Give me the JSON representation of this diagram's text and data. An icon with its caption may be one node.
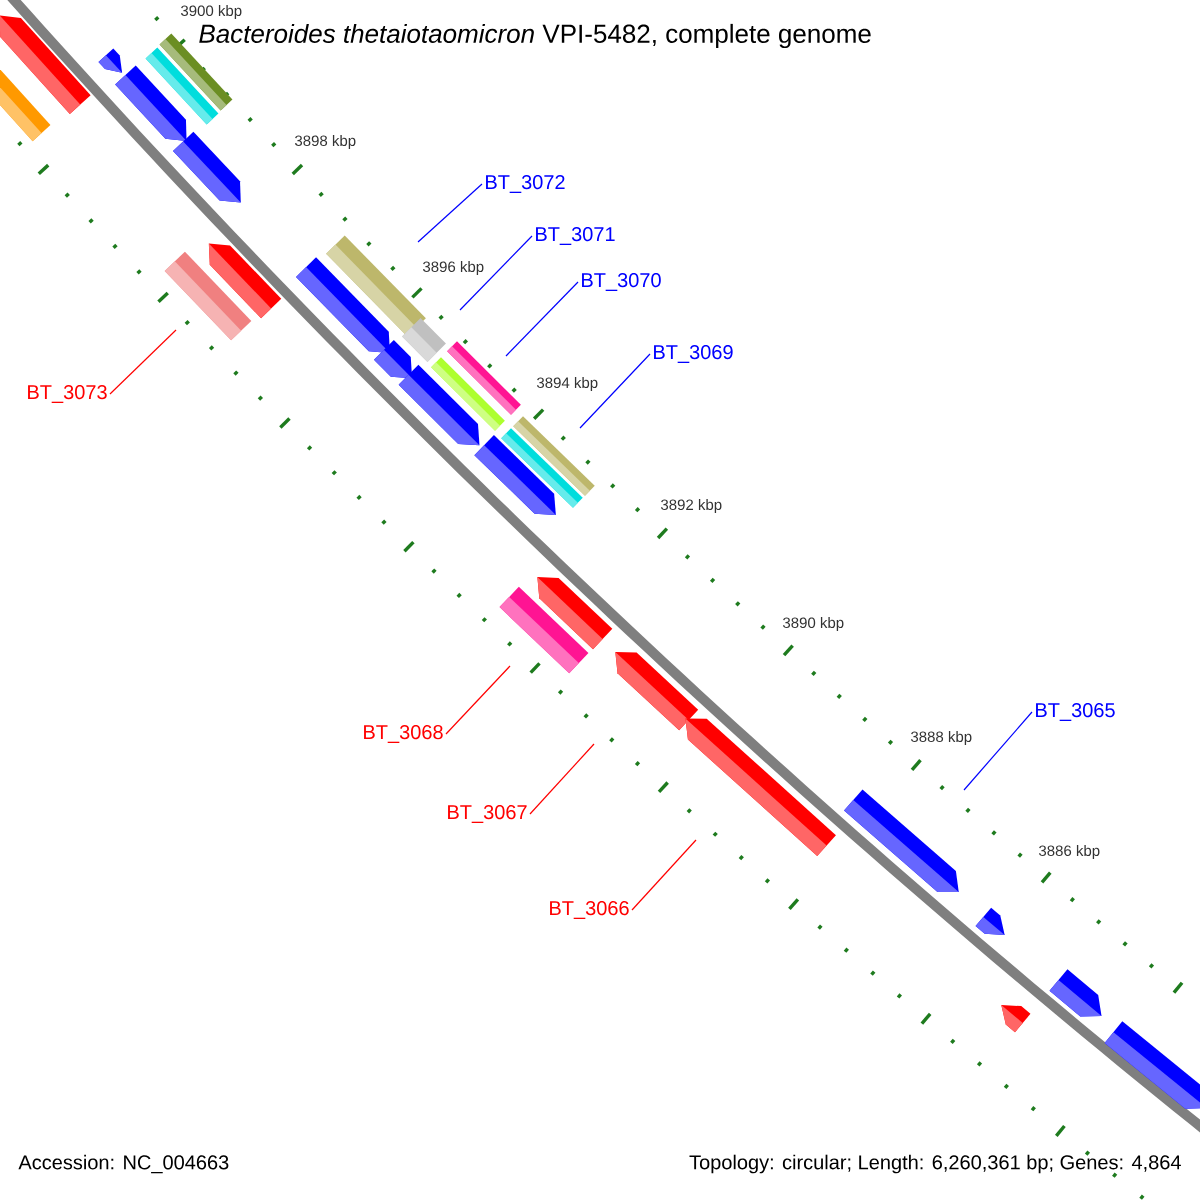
{
  "diagram": {
    "title": "*Bacteroides thetaiotaomicron* VPI-5482, complete genome",
    "nodes": [
      {
        "text": [
          "BT_3072"
        ]
      },
      {
        "text": [
          "BT_3071"
        ]
      },
      {
        "text": [
          "BT_3070"
        ]
      },
      {
        "text": [
          "BT_3069"
        ]
      },
      {
        "text": [
          "BT_3073"
        ]
      },
      {
        "text": [
          "BT_3065"
        ]
      },
      {
        "text": [
          "BT_3068"
        ]
      },
      {
        "text": [
          "BT_3067"
        ]
      },
      {
        "text": [
          "BT_3066"
        ]
      }
    ],
    "edges": [
      {
        "from": 0,
        "to": null,
        "arrow": "none"
      },
      {
        "from": 1,
        "to": null,
        "arrow": "none"
      },
      {
        "from": 2,
        "to": null,
        "arrow": "none"
      },
      {
        "from": 3,
        "to": null,
        "arrow": "none"
      },
      {
        "from": 4,
        "to": null,
        "arrow": "none",
        "color": "#ff0000"
      },
      {
        "from": 5,
        "to": null,
        "arrow": "none"
      },
      {
        "from": 6,
        "to": null,
        "arrow": "none",
        "color": "#ff0000"
      },
      {
        "from": 7,
        "to": null,
        "arrow": "none",
        "color": "#ff0000"
      },
      {
        "from": 8,
        "to": null,
        "arrow": "none",
        "color": "#ff0000"
      }
    ],
    "labels": [
      "3900 kbp",
      "3898 kbp",
      "3896 kbp",
      "3894 kbp",
      "3892 kbp",
      "3890 kbp",
      "3888 kbp",
      "3886 kbp",
      "Accession: NC_004663",
      "Topology: circular; Length: 6,260,361 bp; Genes: 4,864"
    ]
  }
}
